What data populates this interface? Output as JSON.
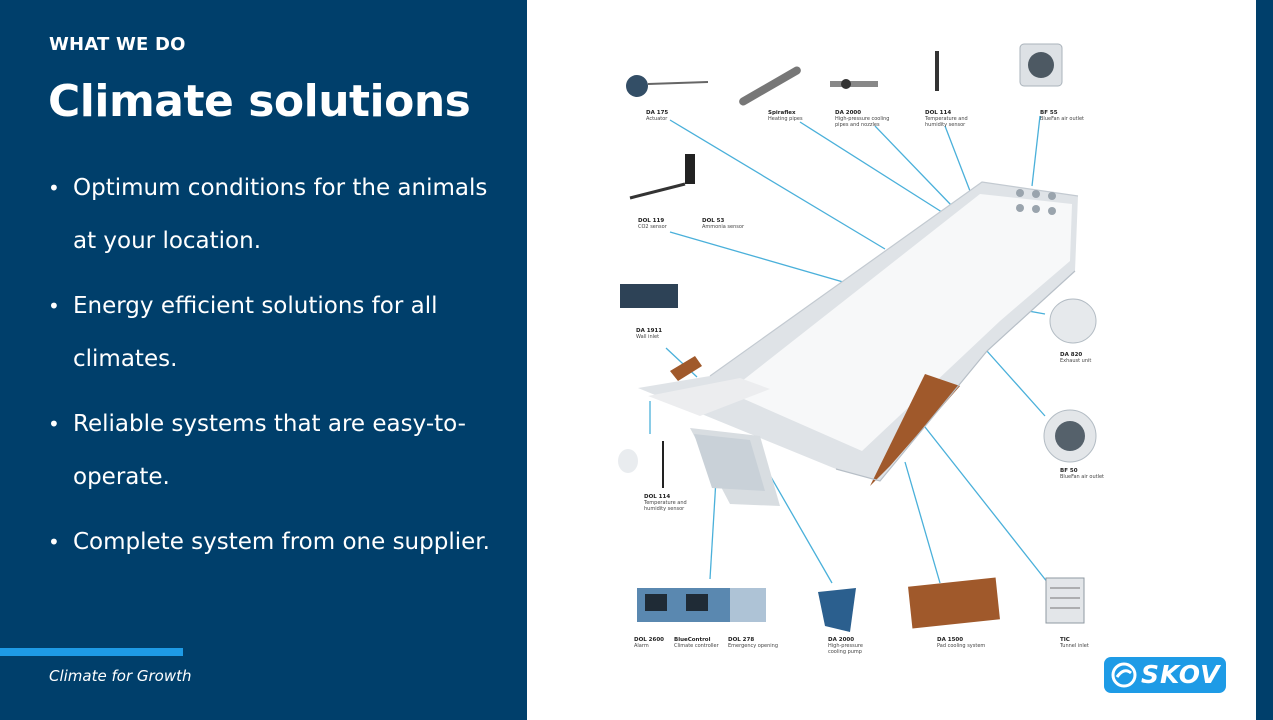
{
  "slide": {
    "eyebrow": "WHAT WE DO",
    "title": "Climate solutions",
    "bullets": [
      "Optimum conditions for the animals at your location.",
      "Energy efficient solutions for all climates.",
      "Reliable systems that are easy-to-operate.",
      "Complete system from one supplier."
    ],
    "tagline": "Climate for Growth",
    "logo_text": "SKOV"
  },
  "colors": {
    "panel": "#003f6b",
    "accent": "#1e9be6",
    "leader": "#4ab0da",
    "pad": "#a0592b"
  },
  "diagram": {
    "components": [
      {
        "code": "DA 175",
        "desc": [
          "Actuator"
        ]
      },
      {
        "code": "Spiraflex",
        "desc": [
          "Heating pipes"
        ]
      },
      {
        "code": "DA 2000",
        "desc": [
          "High-pressure cooling",
          "pipes and nozzles"
        ]
      },
      {
        "code": "DOL 114",
        "desc": [
          "Temperature and",
          "humidity sensor"
        ]
      },
      {
        "code": "BF 55",
        "desc": [
          "BlueFan air outlet"
        ]
      },
      {
        "code": "DOL 119",
        "desc": [
          "CO2 sensor"
        ]
      },
      {
        "code": "DOL 53",
        "desc": [
          "Ammonia sensor"
        ]
      },
      {
        "code": "DA 1911",
        "desc": [
          "Wall inlet"
        ]
      },
      {
        "code": "DA 820",
        "desc": [
          "Exhaust unit"
        ]
      },
      {
        "code": "BF 50",
        "desc": [
          "BlueFan air outlet"
        ]
      },
      {
        "code": "DOL 114",
        "desc": [
          "Temperature and",
          "humidity sensor"
        ]
      },
      {
        "code": "DOL 2600",
        "desc": [
          "Alarm"
        ]
      },
      {
        "code": "BlueControl",
        "desc": [
          "Climate controller"
        ]
      },
      {
        "code": "DOL 278",
        "desc": [
          "Emergency opening"
        ]
      },
      {
        "code": "DA 2000",
        "desc": [
          "High-pressure",
          "cooling pump"
        ]
      },
      {
        "code": "DA 1500",
        "desc": [
          "Pad cooling system"
        ]
      },
      {
        "code": "TIC",
        "desc": [
          "Tunnel inlet"
        ]
      }
    ]
  }
}
